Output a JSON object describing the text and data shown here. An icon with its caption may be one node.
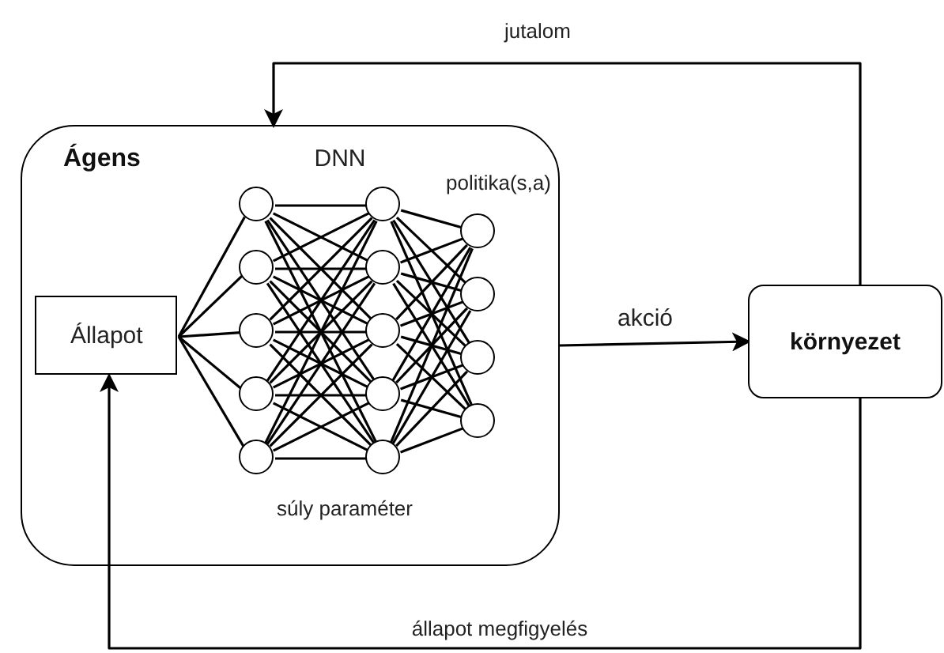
{
  "diagram": {
    "nodes": [
      {
        "text": [
          "Ágens"
        ]
      },
      {
        "text": [
          "Állapot"
        ],
        "in": 0
      },
      {
        "text": [],
        "shape": "circle",
        "in": 0
      },
      {
        "text": [],
        "shape": "circle",
        "in": 0
      },
      {
        "text": [],
        "shape": "circle",
        "in": 0
      },
      {
        "text": [],
        "shape": "circle",
        "in": 0
      },
      {
        "text": [],
        "shape": "circle",
        "in": 0
      },
      {
        "text": [],
        "shape": "circle",
        "in": 0
      },
      {
        "text": [],
        "shape": "circle",
        "in": 0
      },
      {
        "text": [],
        "shape": "circle",
        "in": 0
      },
      {
        "text": [],
        "shape": "circle",
        "in": 0
      },
      {
        "text": [],
        "shape": "circle",
        "in": 0
      },
      {
        "text": [],
        "shape": "circle",
        "in": 0
      },
      {
        "text": [],
        "shape": "circle",
        "in": 0
      },
      {
        "text": [],
        "shape": "circle",
        "in": 0
      },
      {
        "text": [],
        "shape": "circle",
        "in": 0
      },
      {
        "text": [
          "környezet"
        ]
      }
    ],
    "edges": [
      {
        "from": 16,
        "to": 0,
        "arrow": "to",
        "label": "jutalom"
      },
      {
        "from": 0,
        "to": 16,
        "arrow": "to",
        "label": "akció"
      },
      {
        "from": 16,
        "to": 1,
        "arrow": "to",
        "label": "állapot megfigyelés"
      },
      {
        "from": 1,
        "to": 2,
        "arrow": "none"
      },
      {
        "from": 1,
        "to": 3,
        "arrow": "none"
      },
      {
        "from": 1,
        "to": 4,
        "arrow": "none"
      },
      {
        "from": 1,
        "to": 5,
        "arrow": "none"
      },
      {
        "from": 1,
        "to": 6,
        "arrow": "none"
      },
      {
        "from": 2,
        "to": 7,
        "arrow": "none"
      },
      {
        "from": 2,
        "to": 8,
        "arrow": "none"
      },
      {
        "from": 2,
        "to": 9,
        "arrow": "none"
      },
      {
        "from": 2,
        "to": 10,
        "arrow": "none"
      },
      {
        "from": 2,
        "to": 11,
        "arrow": "none"
      },
      {
        "from": 3,
        "to": 7,
        "arrow": "none"
      },
      {
        "from": 3,
        "to": 8,
        "arrow": "none"
      },
      {
        "from": 3,
        "to": 9,
        "arrow": "none"
      },
      {
        "from": 3,
        "to": 10,
        "arrow": "none"
      },
      {
        "from": 3,
        "to": 11,
        "arrow": "none"
      },
      {
        "from": 4,
        "to": 7,
        "arrow": "none"
      },
      {
        "from": 4,
        "to": 8,
        "arrow": "none"
      },
      {
        "from": 4,
        "to": 9,
        "arrow": "none"
      },
      {
        "from": 4,
        "to": 10,
        "arrow": "none"
      },
      {
        "from": 4,
        "to": 11,
        "arrow": "none"
      },
      {
        "from": 5,
        "to": 7,
        "arrow": "none"
      },
      {
        "from": 5,
        "to": 8,
        "arrow": "none"
      },
      {
        "from": 5,
        "to": 9,
        "arrow": "none"
      },
      {
        "from": 5,
        "to": 10,
        "arrow": "none"
      },
      {
        "from": 5,
        "to": 11,
        "arrow": "none"
      },
      {
        "from": 6,
        "to": 7,
        "arrow": "none"
      },
      {
        "from": 6,
        "to": 8,
        "arrow": "none"
      },
      {
        "from": 6,
        "to": 9,
        "arrow": "none"
      },
      {
        "from": 6,
        "to": 10,
        "arrow": "none"
      },
      {
        "from": 6,
        "to": 11,
        "arrow": "none"
      },
      {
        "from": 7,
        "to": 12,
        "arrow": "none"
      },
      {
        "from": 7,
        "to": 13,
        "arrow": "none"
      },
      {
        "from": 7,
        "to": 14,
        "arrow": "none"
      },
      {
        "from": 7,
        "to": 15,
        "arrow": "none"
      },
      {
        "from": 8,
        "to": 12,
        "arrow": "none"
      },
      {
        "from": 8,
        "to": 13,
        "arrow": "none"
      },
      {
        "from": 8,
        "to": 14,
        "arrow": "none"
      },
      {
        "from": 8,
        "to": 15,
        "arrow": "none"
      },
      {
        "from": 9,
        "to": 12,
        "arrow": "none"
      },
      {
        "from": 9,
        "to": 13,
        "arrow": "none"
      },
      {
        "from": 9,
        "to": 14,
        "arrow": "none"
      },
      {
        "from": 9,
        "to": 15,
        "arrow": "none"
      },
      {
        "from": 10,
        "to": 12,
        "arrow": "none"
      },
      {
        "from": 10,
        "to": 13,
        "arrow": "none"
      },
      {
        "from": 10,
        "to": 14,
        "arrow": "none"
      },
      {
        "from": 10,
        "to": 15,
        "arrow": "none"
      },
      {
        "from": 11,
        "to": 12,
        "arrow": "none"
      },
      {
        "from": 11,
        "to": 13,
        "arrow": "none"
      },
      {
        "from": 11,
        "to": 14,
        "arrow": "none"
      },
      {
        "from": 11,
        "to": 15,
        "arrow": "none"
      }
    ],
    "labels": [
      "DNN",
      "politika(s,a)",
      "súly paraméter"
    ]
  }
}
